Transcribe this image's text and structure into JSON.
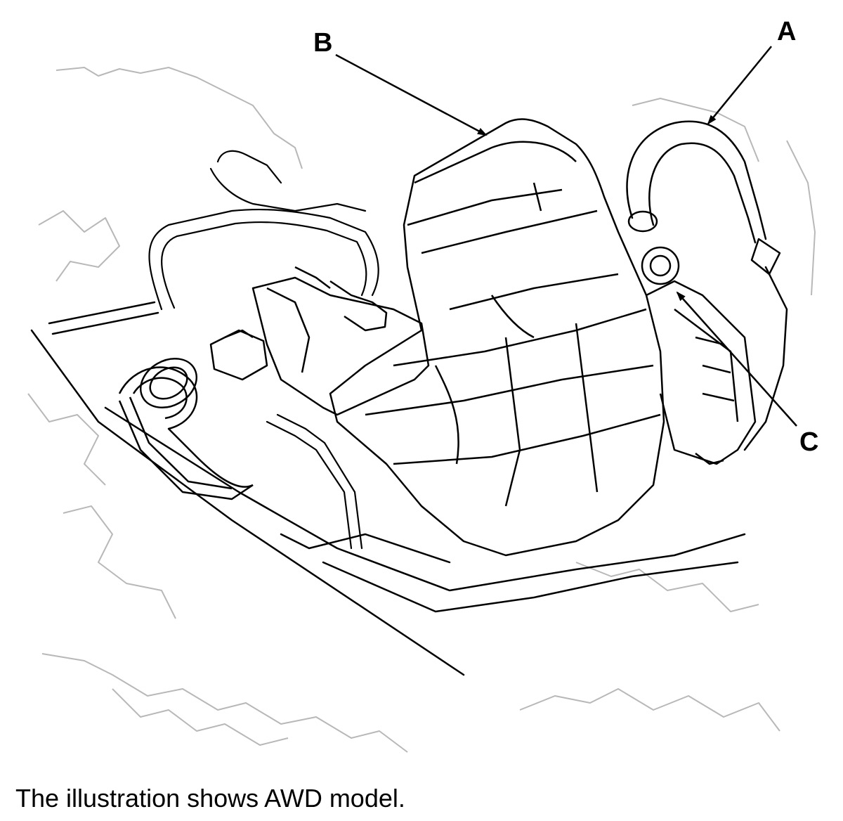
{
  "callouts": {
    "a": "A",
    "b": "B",
    "c": "C"
  },
  "caption": "The illustration shows AWD model.",
  "colors": {
    "line": "#000000",
    "faint_line": "#b8b8b8",
    "background": "#ffffff"
  }
}
